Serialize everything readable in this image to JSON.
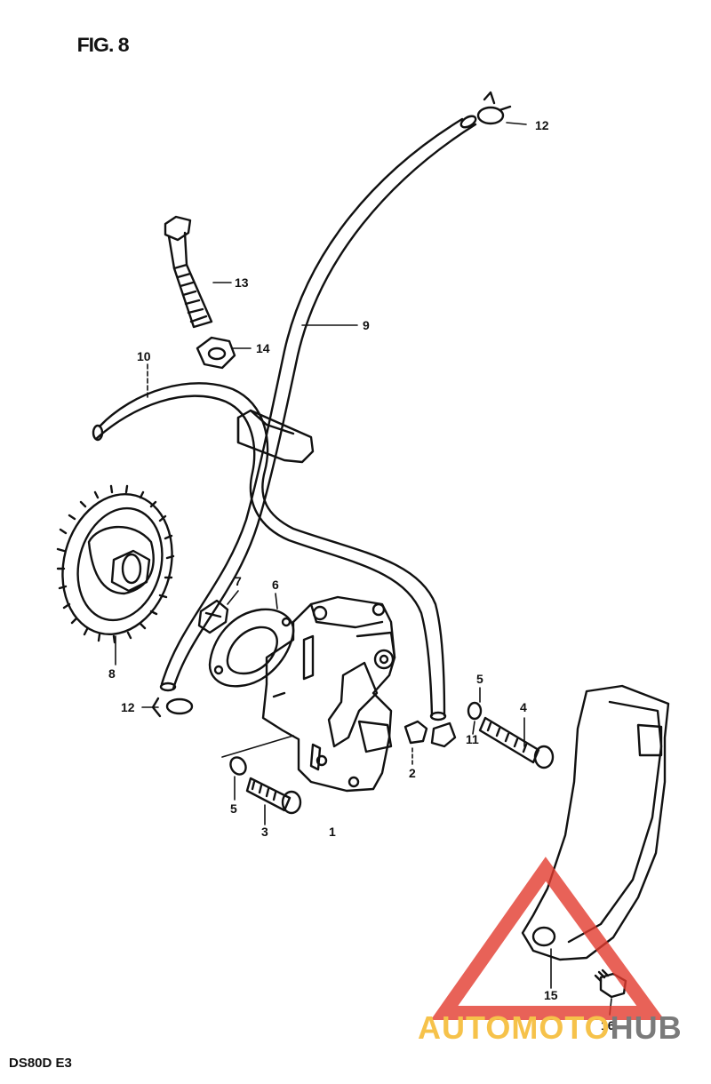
{
  "figure": {
    "title": "FIG. 8",
    "model_code": "DS80D E3"
  },
  "callouts": {
    "n1": "1",
    "n2": "2",
    "n3": "3",
    "n4": "4",
    "n5a": "5",
    "n5b": "5",
    "n6": "6",
    "n7": "7",
    "n8": "8",
    "n9": "9",
    "n10": "10",
    "n11": "11",
    "n12a": "12",
    "n12b": "12",
    "n13": "13",
    "n14": "14",
    "n15": "15",
    "n16": "16"
  },
  "watermark": {
    "brand_part1": "AUTOMOTO",
    "brand_part2": "HUB",
    "colors": {
      "triangle": "#e23b2e",
      "part1": "#f6c24a",
      "part2": "#7a7a7a"
    }
  }
}
